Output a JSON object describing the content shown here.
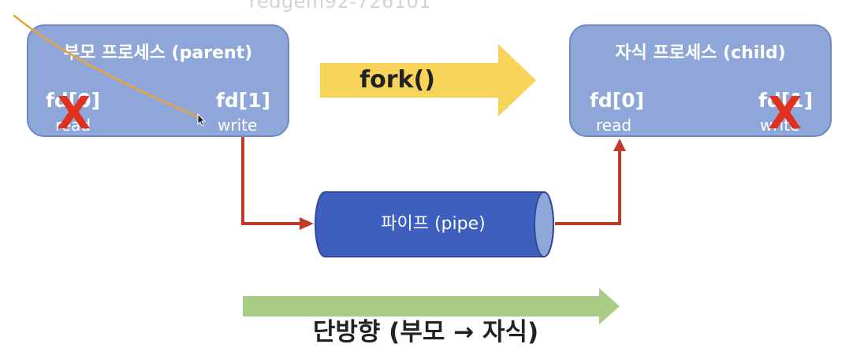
{
  "watermark": "redgem92-726101",
  "parent": {
    "title": "부모 프로세스 (parent)",
    "fd0": "fd[0]",
    "fd0_role": "read",
    "fd1": "fd[1]",
    "fd1_role": "write"
  },
  "child": {
    "title": "자식 프로세스 (child)",
    "fd0": "fd[0]",
    "fd0_role": "read",
    "fd1": "fd[1]",
    "fd1_role": "write"
  },
  "fork_label": "fork()",
  "pipe_label": "파이프 (pipe)",
  "direction_label": "단방향 (부모 → 자식)",
  "closed_mark": "X",
  "colors": {
    "process_fill": "#8ea6d8",
    "pipe_fill": "#3f5fbf",
    "fork_arrow": "#f7d35a",
    "direction_arrow": "#a9cc86",
    "data_flow": "#c0392b",
    "closed_mark": "#e0301e",
    "annotation_stroke": "#e8a33b"
  }
}
